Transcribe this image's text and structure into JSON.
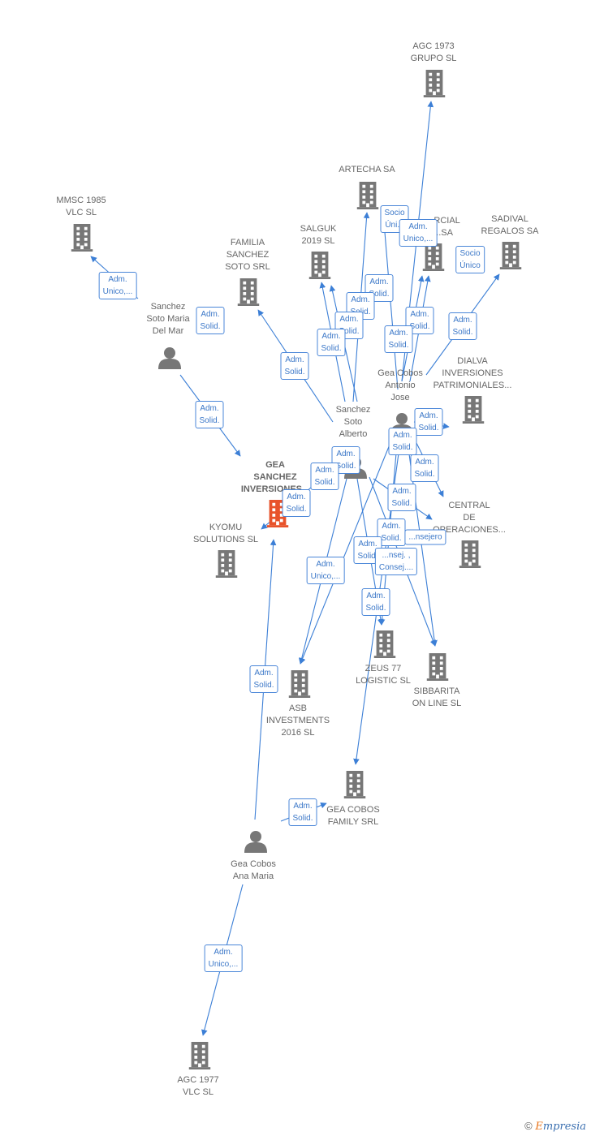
{
  "colors": {
    "edge": "#3c7fd6",
    "building": "#777777",
    "main": "#e8532b",
    "person": "#777777"
  },
  "nodes": [
    {
      "id": "agc1973",
      "type": "company",
      "label": "AGC 1973\nGRUPO  SL"
    },
    {
      "id": "artecha",
      "type": "company",
      "label": "ARTECHA SA"
    },
    {
      "id": "mmsc",
      "type": "company",
      "label": "MMSC 1985\nVLC  SL"
    },
    {
      "id": "sadival",
      "type": "company",
      "label": "SADIVAL\nREGALOS SA"
    },
    {
      "id": "comercial",
      "type": "company",
      "label": "...RCIAL\n...SA"
    },
    {
      "id": "salguk",
      "type": "company",
      "label": "SALGUK\n2019  SL"
    },
    {
      "id": "familia",
      "type": "company",
      "label": "FAMILIA\nSANCHEZ\nSOTO SRL"
    },
    {
      "id": "sanchez_maria",
      "type": "person",
      "label": "Sanchez\nSoto Maria\nDel Mar"
    },
    {
      "id": "dialva",
      "type": "company",
      "label": "DIALVA\nINVERSIONES\nPATRIMONIALES..."
    },
    {
      "id": "gea_antonio",
      "type": "person",
      "label": "Gea Cobos\nAntonio\nJose"
    },
    {
      "id": "sanchez_alberto",
      "type": "person",
      "label": "Sanchez\nSoto\nAlberto"
    },
    {
      "id": "gea_sanchez",
      "type": "main",
      "label": "GEA\nSANCHEZ\nINVERSIONES..."
    },
    {
      "id": "kyomu",
      "type": "company",
      "label": "KYOMU\nSOLUTIONS  SL"
    },
    {
      "id": "central",
      "type": "company",
      "label": "CENTRAL\nDE\nOPERACIONES..."
    },
    {
      "id": "zeus",
      "type": "company",
      "label": "ZEUS 77\nLOGISTIC  SL"
    },
    {
      "id": "sibbarita",
      "type": "company",
      "label": "SIBBARITA\nON LINE  SL"
    },
    {
      "id": "asb",
      "type": "company",
      "label": "ASB\nINVESTMENTS\n2016  SL"
    },
    {
      "id": "gea_family",
      "type": "company",
      "label": "GEA COBOS\nFAMILY SRL"
    },
    {
      "id": "gea_ana",
      "type": "person",
      "label": "Gea Cobos\nAna Maria"
    },
    {
      "id": "agc1977",
      "type": "company",
      "label": "AGC 1977\nVLC  SL"
    }
  ],
  "edge_labels": [
    "Socio\nÚni...",
    "Adm.\nUnico,...",
    "Socio\nÚnico",
    "Adm.\nUnico,...",
    "Adm.\nSolid.",
    "Adm.\nSolid.",
    "Adm.\nSolid.",
    "Adm.\nSolid.",
    "Adm.\nSolid.",
    "Adm.\nSolid.",
    "Adm.\nSolid.",
    "Adm.\nSolid.",
    "Adm.\nSolid.",
    "Adm.\nSolid.",
    "Adm.\nSolid.",
    "Adm.\nSolid.",
    "Adm.\nSolid.",
    "Adm.\nSolid.",
    "Adm.\nSolid.",
    "Adm.\nSolid.",
    "Adm.\nSolid.",
    "Adm.\nSolid.",
    "...nsejero",
    "Adm.\nSolid.",
    "...nsej. ,\nConsej....",
    "Adm.\nUnico,...",
    "Adm.\nSolid.",
    "Adm.\nSolid.",
    "Adm.\nSolid.",
    "Adm.\nUnico,..."
  ],
  "brand": {
    "copyright": "©",
    "first": "E",
    "rest": "mpresia"
  }
}
